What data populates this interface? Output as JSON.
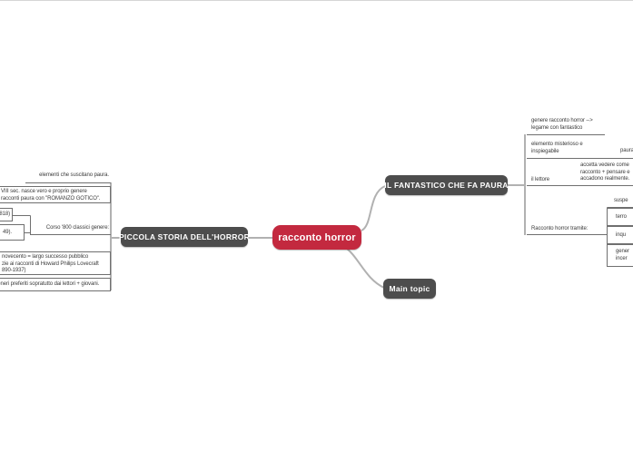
{
  "colors": {
    "accent": "#c3293f",
    "node_dark": "#4d4d4d",
    "connector": "#b1b1b1",
    "line": "#6f6f6f",
    "text": "#3b3b3b"
  },
  "root": {
    "label": "racconto horror"
  },
  "nodes": {
    "storia": {
      "label": "PICCOLA STORIA DELL'HORROR"
    },
    "fantastico": {
      "label": "IL FANTASTICO CHE FA PAURA"
    },
    "main_topic": {
      "label": "Main topic"
    }
  },
  "left": {
    "elementi": "elementi che suscitano paura.",
    "box_genere": {
      "line1": "VIII sec. nasce vero e proprio genere",
      "line2": "racconti paura con \"ROMANZO GOTICO\"."
    },
    "corso": "Corso '800 classici genere:",
    "box_1818": "818)",
    "box_1849": "49).",
    "box_novecento": {
      "line1": "novecento = largo successo pubblico",
      "line2": "zie ai racconti di Howard Philips Lovecraft",
      "line3": "890-1937)"
    },
    "box_generi": "generi preferiti sopratutto dai lettori + giovani."
  },
  "right": {
    "genere": {
      "line1": "genere racconto horror -->",
      "line2": "legame con fantastico"
    },
    "elemento": {
      "line1": "elemento misterioso e",
      "line2": "inspiegabile"
    },
    "paura": "paura",
    "lettore": "il lettore",
    "lettore_child": {
      "line1": "accetta vedere come",
      "line2": "racconto + pensare e",
      "line3": "accadono realmente."
    },
    "tramite": "Racconto horror tramite:",
    "susp": "suspe",
    "terrore": "terro",
    "inquietudine": "inqu",
    "genera": {
      "line1": "gener",
      "line2": "incer"
    }
  }
}
